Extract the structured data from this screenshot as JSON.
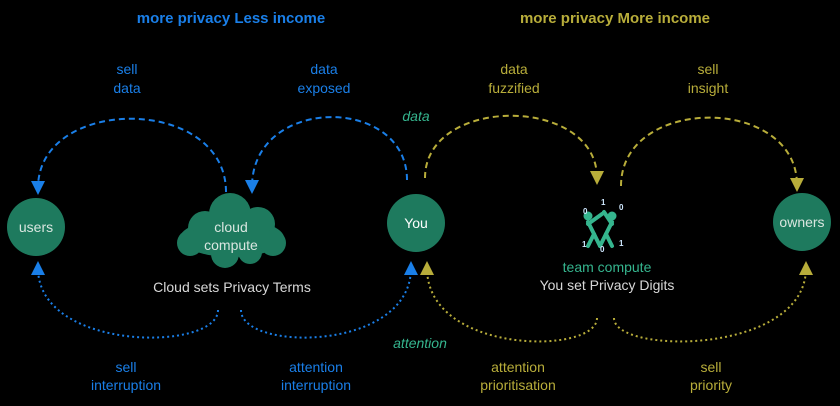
{
  "headings": {
    "left": "more privacy Less income",
    "right": "more privacy More income"
  },
  "nodes": {
    "users": "users",
    "cloud_line1": "cloud",
    "cloud_line2": "compute",
    "you": "You",
    "owners": "owners"
  },
  "captions": {
    "cloud": "Cloud sets Privacy Terms",
    "team_line1": "team compute",
    "team_line2": "You set Privacy Digits"
  },
  "flows": {
    "sell_data": [
      "sell",
      "data"
    ],
    "data_exposed": [
      "data",
      "exposed"
    ],
    "data_mid": "data",
    "data_fuzzified": [
      "data",
      "fuzzified"
    ],
    "sell_insight": [
      "sell",
      "insight"
    ],
    "sell_interruption": [
      "sell",
      "interruption"
    ],
    "attention_interruption": [
      "attention",
      "interruption"
    ],
    "attention_mid": "attention",
    "attention_prioritisation": [
      "attention",
      "prioritisation"
    ],
    "sell_priority": [
      "sell",
      "priority"
    ]
  },
  "digits": [
    "0",
    "1",
    "0",
    "1",
    "0",
    "1"
  ],
  "colors": {
    "blue": "#1a7fe8",
    "olive": "#b8ad3a",
    "teal": "#1e7a5e",
    "teal_text": "#35b58e",
    "node_text": "#d9e6e0",
    "caption": "#d8d8d8",
    "background": "#000000"
  },
  "icons": {
    "team": "two-people-high-five-icon"
  }
}
